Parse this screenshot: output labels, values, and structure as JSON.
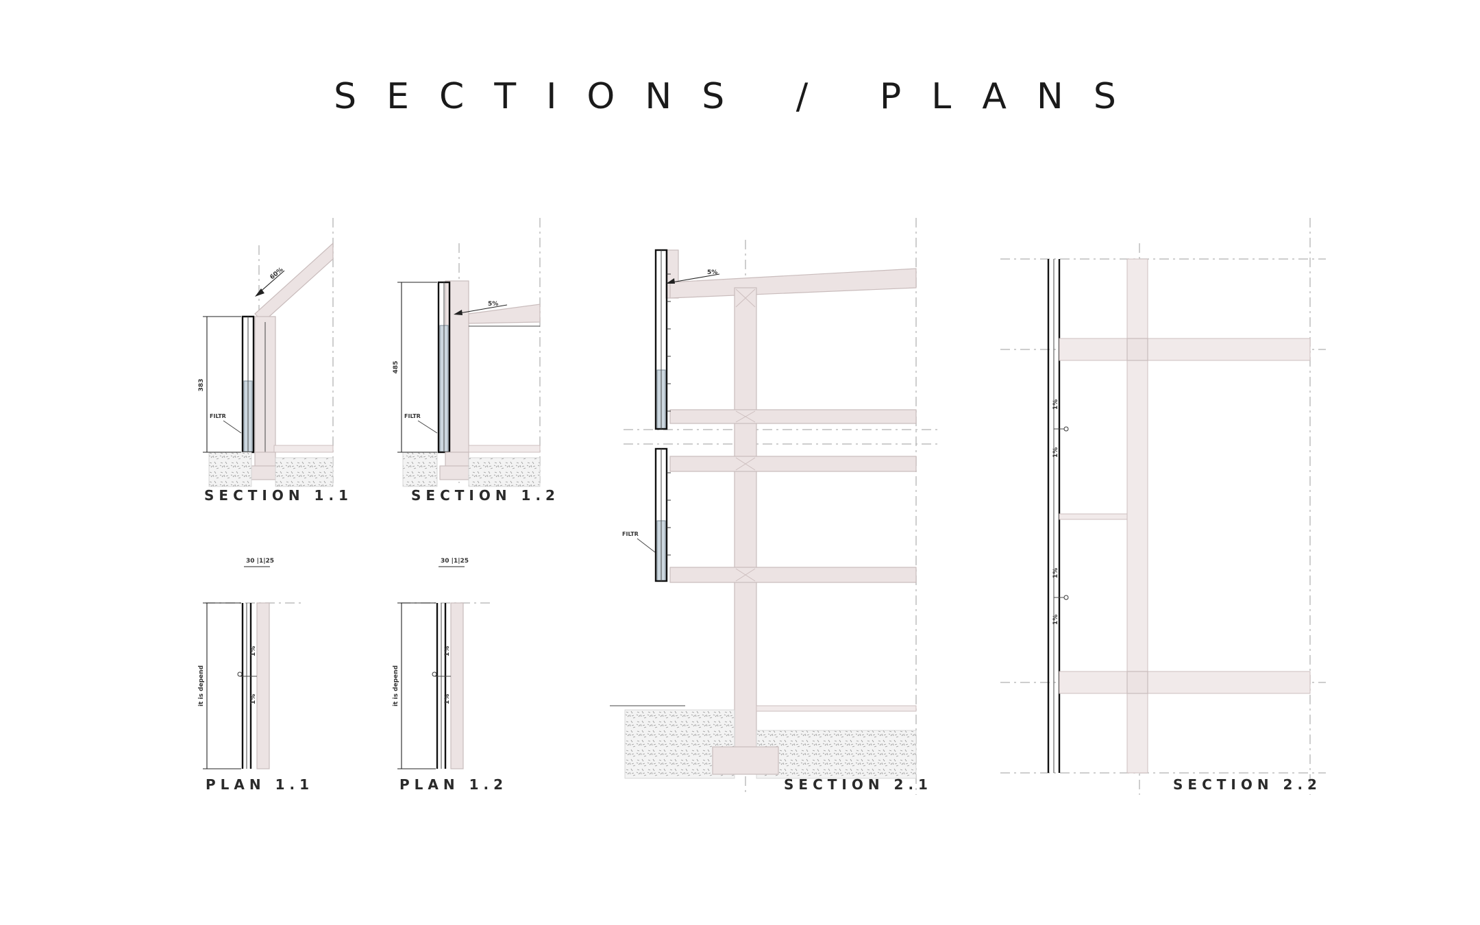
{
  "sheet": {
    "title": "SECTIONS / PLANS"
  },
  "drawings": {
    "section_1_1": {
      "caption": "SECTION 1.1",
      "height_dim": "383",
      "slope": "60%",
      "note": "FILTR"
    },
    "section_1_2": {
      "caption": "SECTION 1.2",
      "height_dim": "485",
      "slope": "5%",
      "note": "FILTR"
    },
    "plan_1_1": {
      "caption": "PLAN 1.1",
      "width_dims": "30 |1|25",
      "length_dim": "it is depend",
      "marks": [
        "1%",
        "1%"
      ]
    },
    "plan_1_2": {
      "caption": "PLAN 1.2",
      "width_dims": "30 |1|25",
      "length_dim": "it is depend",
      "marks": [
        "1%",
        "1%"
      ]
    },
    "section_2_1": {
      "caption": "SECTION 2.1",
      "slope": "5%",
      "note": "FILTR"
    },
    "section_2_2": {
      "caption": "SECTION 2.2",
      "marks": [
        "1%",
        "1%",
        "1%",
        "1%"
      ]
    }
  },
  "colors": {
    "ink": "#1a1a1a",
    "wall_fill": "#ece3e3",
    "glass_fill": "#ccd7df",
    "axis": "#bdbdbd"
  }
}
